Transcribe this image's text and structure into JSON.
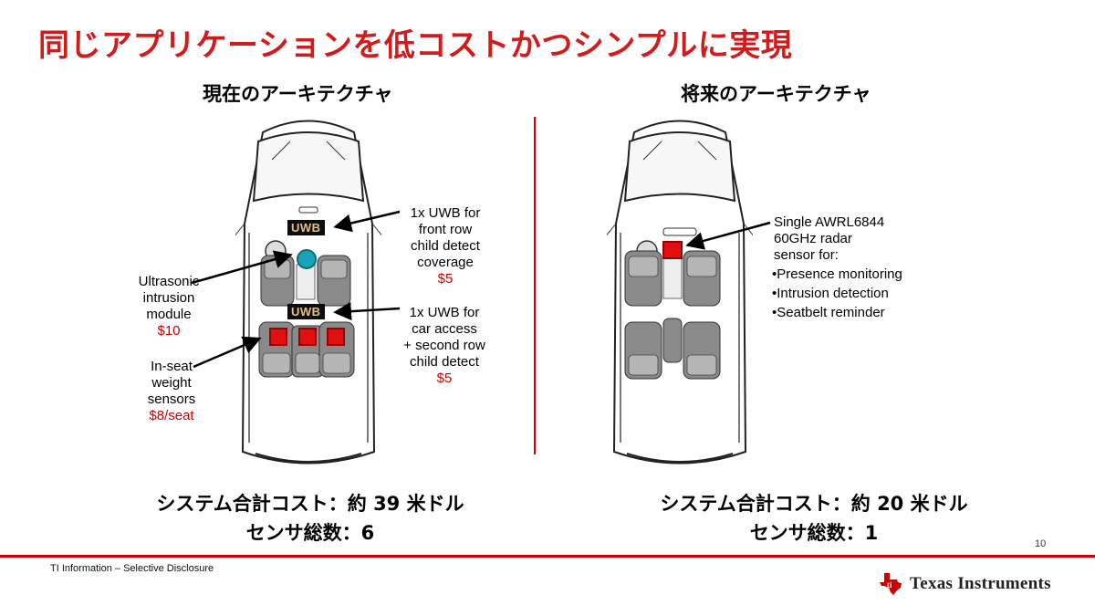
{
  "title": "同じアプリケーションを低コストかつシンプルに実現",
  "current": {
    "heading": "現在のアーキテクチャ",
    "uwb_front_badge": "UWB",
    "uwb_rear_badge": "UWB",
    "callout_uwb_front": [
      "1x UWB for",
      "front row",
      "child detect",
      "coverage"
    ],
    "callout_uwb_front_price": "$5",
    "callout_uwb_rear": [
      "1x UWB for",
      "car access",
      "+ second row",
      "child detect"
    ],
    "callout_uwb_rear_price": "$5",
    "callout_ultrasonic": [
      "Ultrasonic",
      "intrusion",
      "module"
    ],
    "callout_ultrasonic_price": "$10",
    "callout_weight": [
      "In-seat",
      "weight",
      "sensors"
    ],
    "callout_weight_price": "$8/seat",
    "summary_cost": "システム合計コスト：約 39 米ドル",
    "summary_sensors": "センサ総数：6"
  },
  "future": {
    "heading": "将来のアーキテクチャ",
    "callout_radar": [
      "Single AWRL6844",
      "60GHz radar",
      "sensor for:"
    ],
    "features": [
      "Presence monitoring",
      "Intrusion detection",
      "Seatbelt reminder"
    ],
    "summary_cost": "システム合計コスト：約 20 米ドル",
    "summary_sensors": "センサ総数：1"
  },
  "footer": {
    "disclosure": "TI Information – Selective Disclosure",
    "page_number": "10",
    "brand_first": "Texas",
    "brand_second": "Instruments"
  },
  "colors": {
    "accent_red": "#d41b1b",
    "sensor_red": "#e01010",
    "ultrasonic_teal": "#1aa3b8",
    "uwb_gold": "#e8c07a"
  }
}
